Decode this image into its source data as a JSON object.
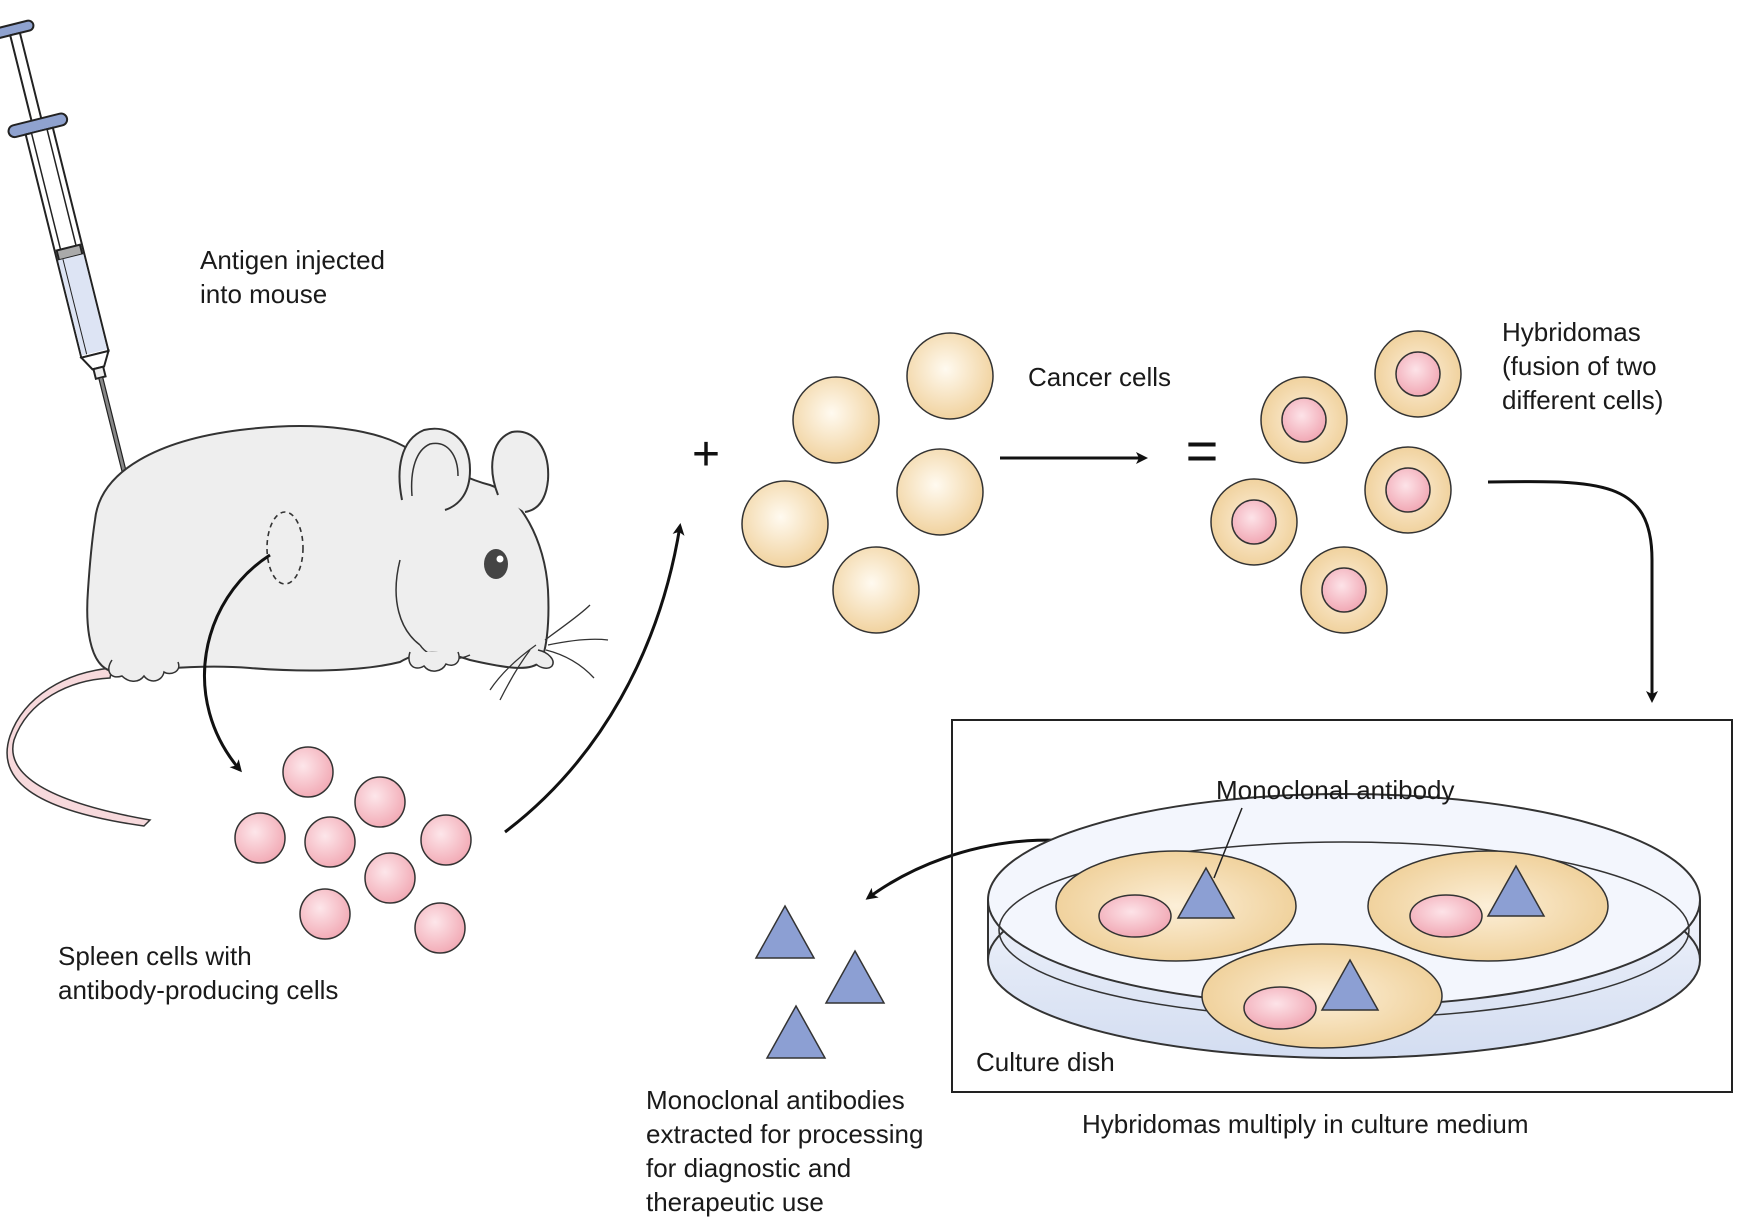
{
  "labels": {
    "antigen": [
      "Antigen injected",
      "into mouse"
    ],
    "spleen": [
      "Spleen cells with",
      "antibody-producing cells"
    ],
    "cancer": "Cancer cells",
    "hybridomas": [
      "Hybridomas",
      "(fusion of two",
      "different cells)"
    ],
    "monoclonal_antibody": "Monoclonal antibody",
    "culture_dish": "Culture dish",
    "multiply": "Hybridomas multiply in culture medium",
    "extracted": [
      "Monoclonal antibodies",
      "extracted for processing",
      "for diagnostic and",
      "therapeutic use"
    ]
  },
  "symbols": {
    "plus": "+",
    "equals": "="
  },
  "colors": {
    "spleen_cell": "#f4b8c0",
    "cancer_cell": "#f3d7a2",
    "hybridoma_nucleus": "#f2a9b5",
    "antibody": "#8c9fd3",
    "dish": "#dfe6f5",
    "mouse": "#eeeeee",
    "tail": "#f7d9dc",
    "syringe_cap": "#8fa2cf"
  },
  "icons": [
    "syringe-icon",
    "mouse-icon",
    "petri-dish-icon"
  ]
}
